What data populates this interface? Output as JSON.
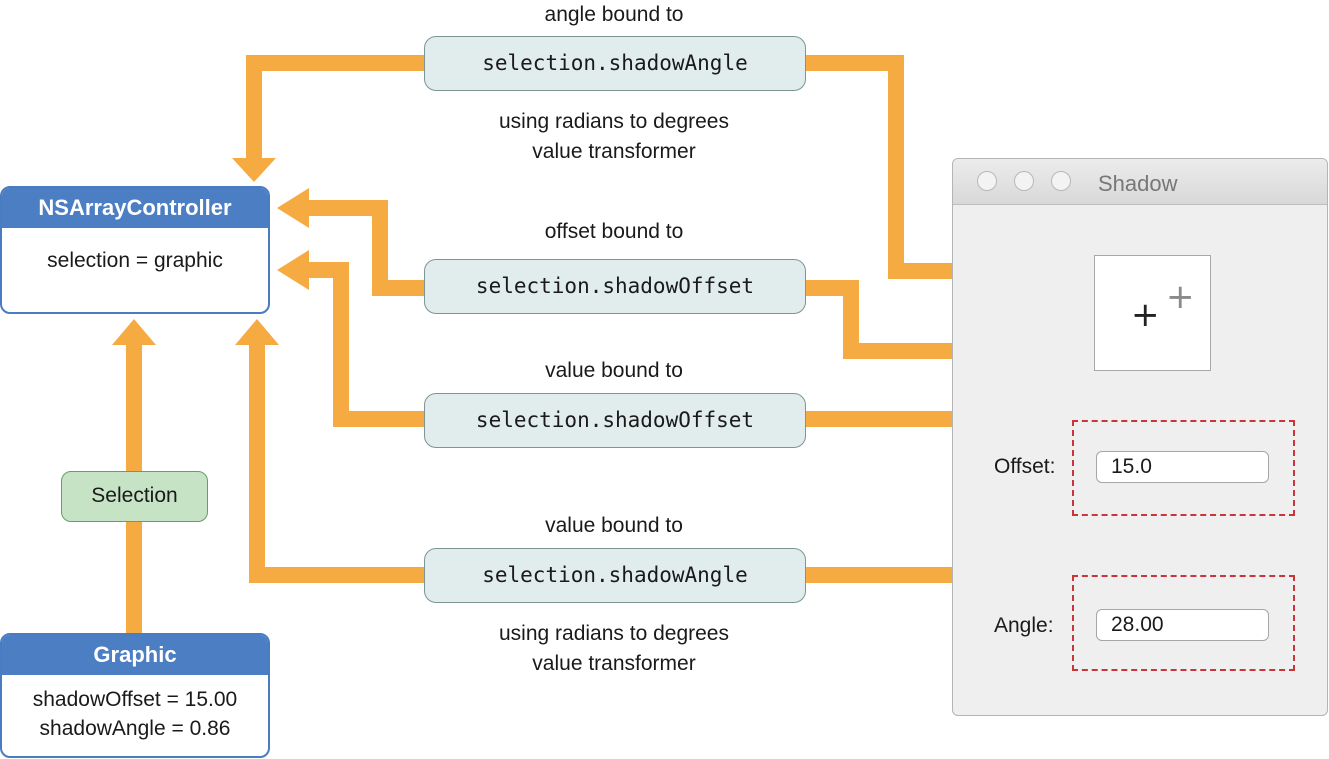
{
  "array_controller": {
    "title": "NSArrayController",
    "content": "selection = graphic"
  },
  "graphic": {
    "title": "Graphic",
    "lines": [
      "shadowOffset = 15.00",
      "shadowAngle = 0.86"
    ]
  },
  "selection_label": "Selection",
  "bindings": [
    {
      "caption_above": "angle bound to",
      "key_path": "selection.shadowAngle",
      "caption_below": [
        "using radians to degrees",
        "value transformer"
      ]
    },
    {
      "caption_above": "offset bound to",
      "key_path": "selection.shadowOffset"
    },
    {
      "caption_above": "value bound to",
      "key_path": "selection.shadowOffset"
    },
    {
      "caption_above": "value bound to",
      "key_path": "selection.shadowAngle",
      "caption_below": [
        "using radians to degrees",
        "value transformer"
      ]
    }
  ],
  "window": {
    "title": "Shadow",
    "offset_label": "Offset:",
    "offset_value": "15.0",
    "angle_label": "Angle:",
    "angle_value": "28.00",
    "preview_glyph": "+"
  },
  "colors": {
    "arrow": "#f6aa42",
    "controller_header": "#4c7ec4",
    "binding_pill": "#e1ecec",
    "selection_pill": "#c6e3c6",
    "highlight_dash": "#c8353b"
  }
}
